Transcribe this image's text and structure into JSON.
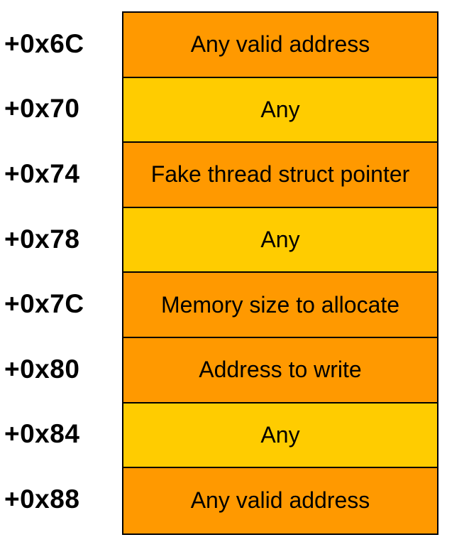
{
  "colors": {
    "orange": "#FF9900",
    "yellow": "#FFCC00",
    "border": "#000000"
  },
  "rows": [
    {
      "offset": "+0x6C",
      "content": "Any valid address",
      "color": "#FF9900"
    },
    {
      "offset": "+0x70",
      "content": "Any",
      "color": "#FFCC00"
    },
    {
      "offset": "+0x74",
      "content": "Fake thread struct pointer",
      "color": "#FF9900"
    },
    {
      "offset": "+0x78",
      "content": "Any",
      "color": "#FFCC00"
    },
    {
      "offset": "+0x7C",
      "content": "Memory size to allocate",
      "color": "#FF9900"
    },
    {
      "offset": "+0x80",
      "content": "Address to write",
      "color": "#FF9900"
    },
    {
      "offset": "+0x84",
      "content": "Any",
      "color": "#FFCC00"
    },
    {
      "offset": "+0x88",
      "content": "Any valid address",
      "color": "#FF9900"
    }
  ]
}
